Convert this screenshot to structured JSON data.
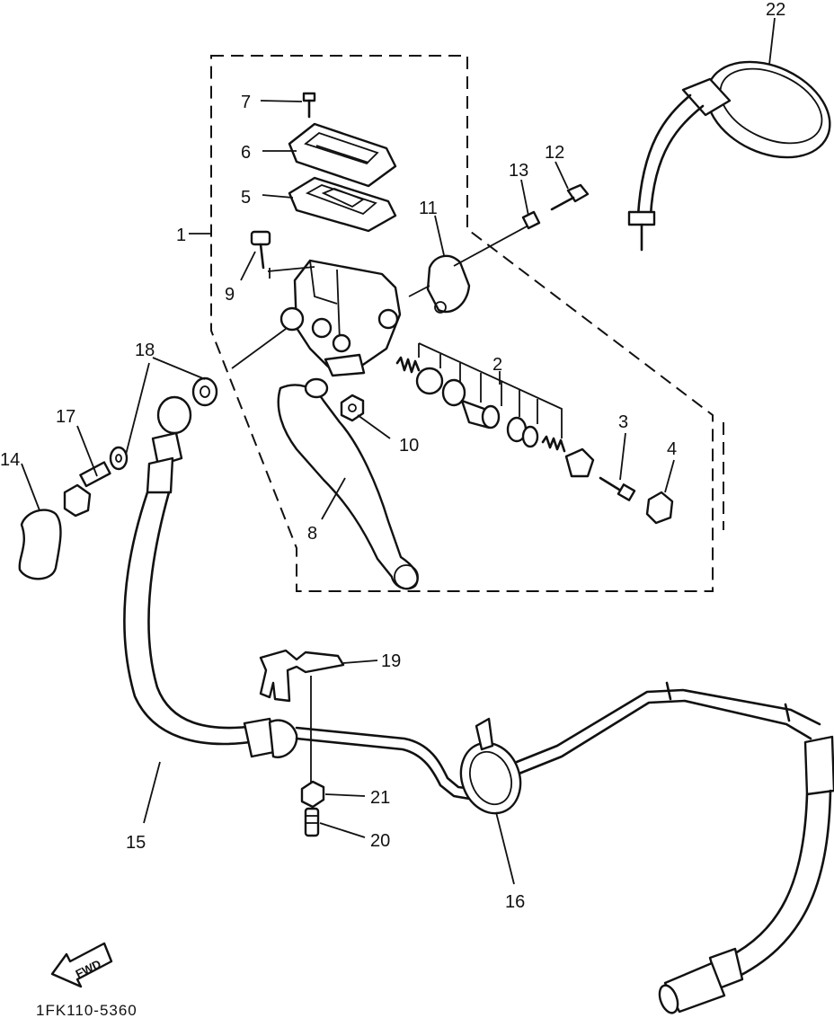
{
  "diagram": {
    "type": "exploded-parts-diagram",
    "callouts": [
      "1",
      "2",
      "3",
      "4",
      "5",
      "6",
      "7",
      "8",
      "9",
      "10",
      "11",
      "12",
      "13",
      "14",
      "15",
      "16",
      "17",
      "18",
      "19",
      "20",
      "21",
      "22"
    ],
    "direction_badge": "FWD",
    "drawing_code": "1FK110-5360"
  }
}
